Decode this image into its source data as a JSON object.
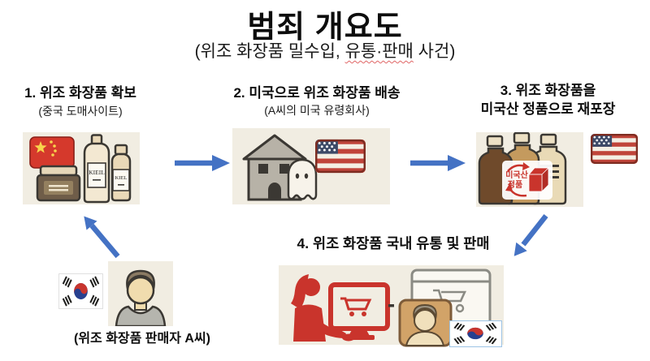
{
  "title": "범죄 개요도",
  "subtitle": {
    "pre": "(위조 화장품 밀수입, ",
    "wavy": "유통·판매",
    "post": " 사건)"
  },
  "steps": [
    {
      "label": "1. 위조 화장품 확보",
      "sublabel": "(중국 도매사이트)"
    },
    {
      "label": "2. 미국으로 위조 화장품 배송",
      "sublabel": "(A씨의 미국 유령회사)"
    },
    {
      "label_line1": "3. 위조 화장품을",
      "label_line2": "미국산 정품으로 재포장"
    },
    {
      "label": "4. 위조 화장품 국내 유통 및 판매"
    }
  ],
  "step1_brands": {
    "bottle_tall": "KIEIL",
    "bottle_short": "KIEL"
  },
  "step3_badge": {
    "line1": "미국산",
    "line2": "정품"
  },
  "seller_caption": "(위조 화장품 판매자 A씨)",
  "icons": {
    "china-flag-icon": "flag of China (red, yellow stars)",
    "cream-jar-icon": "brown cosmetic cream jar",
    "kieil-bottle-icon": "tall counterfeit cosmetic pump bottle",
    "kiel-bottle-icon": "short counterfeit cosmetic bottle",
    "house-icon": "gray house (shell company)",
    "ghost-icon": "white ghost (ghost company)",
    "us-flag-icon": "flag of United States",
    "medicine-bottles-icon": "three apothecary bottles",
    "repackage-box-icon": "red parcel box with circular arrows",
    "woman-computer-icon": "red silhouette of woman shopping at computer",
    "browser-cart-icon": "browser window with shopping cart",
    "id-photo-icon": "framed portrait avatar",
    "korea-flag-icon": "flag of South Korea (Taegukgi)",
    "seller-person-icon": "man portrait (seller A)",
    "arrow-right-icon": "blue right arrow",
    "arrow-down-left-icon": "blue diagonal arrow down-left",
    "arrow-up-left-icon": "blue diagonal arrow up-left"
  },
  "colors": {
    "arrow_blue": "#4472C4",
    "accent_red": "#C9342C",
    "panel_beige": "#F1EDE2",
    "outline_dark": "#3B3833"
  }
}
